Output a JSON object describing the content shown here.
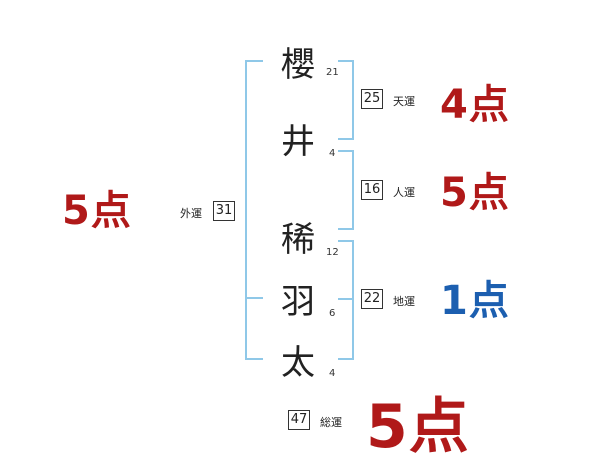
{
  "name_chars": [
    {
      "char": "櫻",
      "strokes": "21"
    },
    {
      "char": "井",
      "strokes": "4"
    },
    {
      "char": "稀",
      "strokes": "12"
    },
    {
      "char": "羽",
      "strokes": "6"
    },
    {
      "char": "太",
      "strokes": "4"
    }
  ],
  "fortunes": {
    "ten": {
      "value": "25",
      "label": "天運",
      "score": "4点"
    },
    "jin": {
      "value": "16",
      "label": "人運",
      "score": "5点"
    },
    "chi": {
      "value": "22",
      "label": "地運",
      "score": "1点"
    },
    "gai": {
      "value": "31",
      "label": "外運",
      "score": "5点"
    },
    "so": {
      "value": "47",
      "label": "総運",
      "score": "5点"
    }
  },
  "colors": {
    "score_red": "#b01919",
    "score_blue": "#1c5fb0",
    "bracket": "#8fc8e8"
  }
}
